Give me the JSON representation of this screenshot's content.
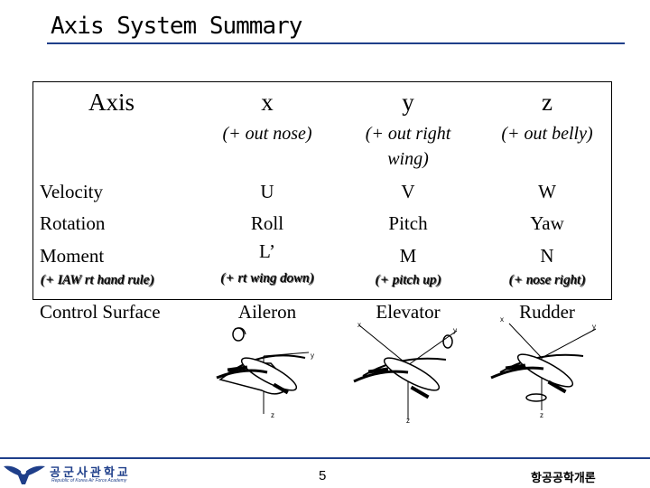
{
  "title": "Axis System Summary",
  "table": {
    "corner": "Axis",
    "cols": [
      {
        "axis": "x",
        "sub_lines": [
          "(+ out nose)"
        ]
      },
      {
        "axis": "y",
        "sub_lines": [
          "(+ out right",
          "wing)"
        ]
      },
      {
        "axis": "z",
        "sub_lines": [
          "(+ out belly)"
        ]
      }
    ],
    "rows": {
      "velocity": {
        "label": "Velocity",
        "values": [
          "U",
          "V",
          "W"
        ]
      },
      "rotation": {
        "label": "Rotation",
        "values": [
          "Roll",
          "Pitch",
          "Yaw"
        ]
      },
      "moment": {
        "label": "Moment",
        "values": [
          "L’",
          "M",
          "N"
        ]
      },
      "moment_note": {
        "label": "(+ IAW rt hand rule)",
        "values": [
          "(+ rt wing down)",
          "(+ pitch up)",
          "(+ nose right)"
        ]
      },
      "control": {
        "label": "Control Surface",
        "values": [
          "Aileron",
          "Elevator",
          "Rudder"
        ]
      }
    }
  },
  "diagram_axis_labels": {
    "aileron": [
      "y",
      "z"
    ],
    "elevator": [
      "x",
      "y",
      "z"
    ],
    "rudder": [
      "x",
      "y",
      "z"
    ]
  },
  "footer": {
    "page_number": "5",
    "course": "항공공학개론",
    "school": "공군사관학교",
    "school_sub": "Republic of Korea Air Force Academy"
  }
}
